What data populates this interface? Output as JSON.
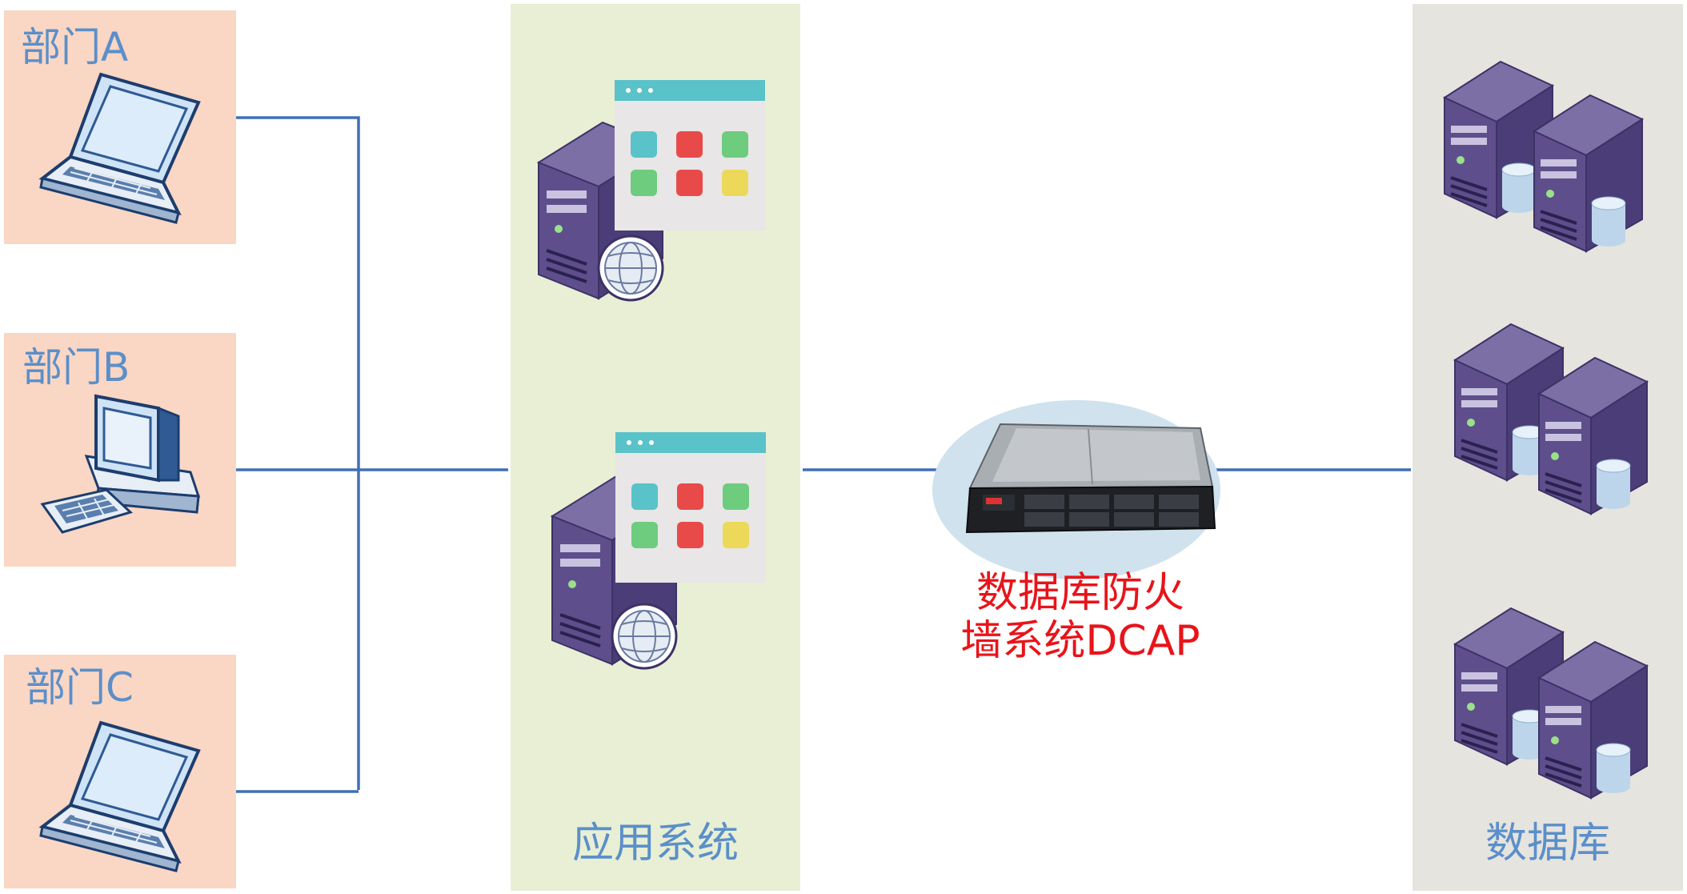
{
  "departments": [
    {
      "label": "部门A",
      "device": "laptop"
    },
    {
      "label": "部门B",
      "device": "desktop"
    },
    {
      "label": "部门C",
      "device": "laptop"
    }
  ],
  "app_system": {
    "label": "应用系统",
    "servers": 2
  },
  "firewall": {
    "line1": "数据库防火",
    "line2": "墙系统DCAP"
  },
  "database": {
    "label": "数据库",
    "groups": 3
  },
  "colors": {
    "dept_bg": "#fad6c4",
    "app_bg": "#e8efd4",
    "db_bg": "#e6e4de",
    "label_blue": "#5b8fc9",
    "firewall_text": "#e8141a",
    "line": "#3f6fb5",
    "server_purple": "#5e4f8c",
    "ellipse": "#cfe2ee"
  },
  "icons": [
    "laptop-icon",
    "desktop-computer-icon",
    "app-server-icon",
    "globe-icon",
    "firewall-appliance-icon",
    "database-server-icon"
  ]
}
